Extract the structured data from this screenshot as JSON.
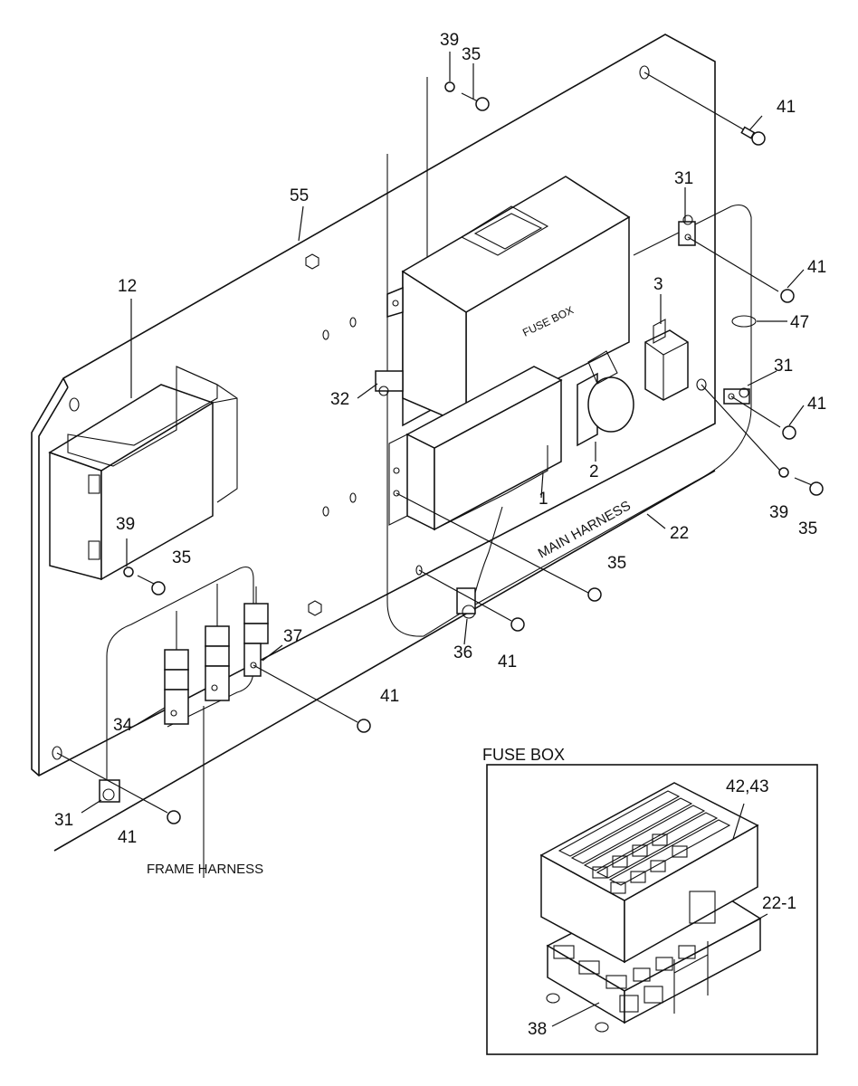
{
  "labels": {
    "p1": "1",
    "p2": "2",
    "p3": "3",
    "p12": "12",
    "p22": "22",
    "p22_1": "22-1",
    "p31_a": "31",
    "p31_b": "31",
    "p31_c": "31",
    "p32": "32",
    "p34": "34",
    "p35_a": "35",
    "p35_b": "35",
    "p35_c": "35",
    "p35_d": "35",
    "p36": "36",
    "p37": "37",
    "p38": "38",
    "p39_a": "39",
    "p39_b": "39",
    "p39_c": "39",
    "p41_a": "41",
    "p41_b": "41",
    "p41_c": "41",
    "p41_d": "41",
    "p41_e": "41",
    "p41_f": "41",
    "p42_43": "42,43",
    "p47": "47",
    "p55": "55"
  },
  "text": {
    "fuse_box_on_part": "FUSE BOX",
    "main_harness": "MAIN HARNESS",
    "frame_harness": "FRAME HARNESS",
    "inset_title": "FUSE BOX"
  }
}
